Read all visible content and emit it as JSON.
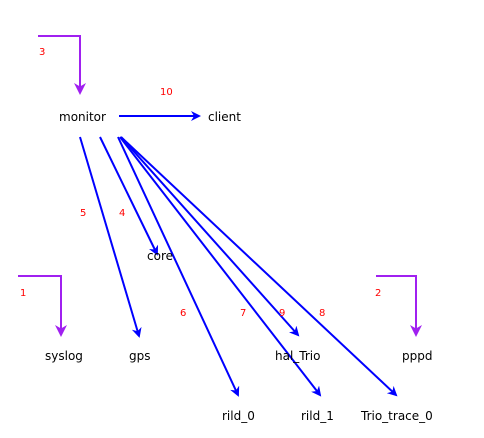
{
  "colors": {
    "background": "#ffffff",
    "node_text": "#000000",
    "call_edge": "#0000ff",
    "entry_edge": "#a020f0",
    "edge_label": "#ff0000"
  },
  "nodes": [
    {
      "id": "monitor",
      "label": "monitor"
    },
    {
      "id": "client",
      "label": "client"
    },
    {
      "id": "core",
      "label": "core"
    },
    {
      "id": "syslog",
      "label": "syslog"
    },
    {
      "id": "gps",
      "label": "gps"
    },
    {
      "id": "hal_trio",
      "label": "hal_Trio"
    },
    {
      "id": "pppd",
      "label": "pppd"
    },
    {
      "id": "rild_0",
      "label": "rild_0"
    },
    {
      "id": "rild_1",
      "label": "rild_1"
    },
    {
      "id": "trio_trace_0",
      "label": "Trio_trace_0"
    }
  ],
  "edges": [
    {
      "id": "e1",
      "kind": "entry",
      "label": "1",
      "to": "syslog"
    },
    {
      "id": "e2",
      "kind": "entry",
      "label": "2",
      "to": "pppd"
    },
    {
      "id": "e3",
      "kind": "entry",
      "label": "3",
      "to": "monitor"
    },
    {
      "id": "e4",
      "kind": "call",
      "label": "4",
      "from": "monitor",
      "to": "core"
    },
    {
      "id": "e5",
      "kind": "call",
      "label": "5",
      "from": "monitor",
      "to": "gps"
    },
    {
      "id": "e6",
      "kind": "call",
      "label": "6",
      "from": "monitor",
      "to": "rild_0"
    },
    {
      "id": "e7",
      "kind": "call",
      "label": "7",
      "from": "monitor",
      "to": "rild_1"
    },
    {
      "id": "e8",
      "kind": "call",
      "label": "8",
      "from": "monitor",
      "to": "trio_trace_0"
    },
    {
      "id": "e9",
      "kind": "call",
      "label": "9",
      "from": "monitor",
      "to": "hal_trio"
    },
    {
      "id": "e10",
      "kind": "call",
      "label": "10",
      "from": "monitor",
      "to": "client"
    }
  ]
}
